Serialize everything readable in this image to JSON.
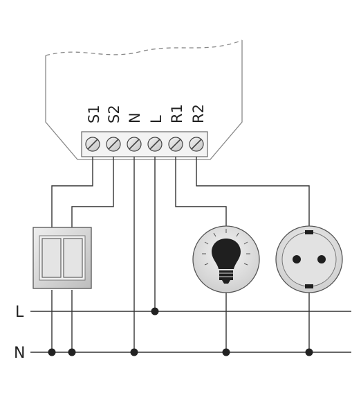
{
  "module": {
    "terminals": [
      "S1",
      "S2",
      "N",
      "L",
      "R1",
      "R2"
    ]
  },
  "rails": {
    "live": "L",
    "neutral": "N"
  },
  "devices": {
    "switch": "double-rocker-switch",
    "bulb": "light-bulb-icon",
    "socket": "power-socket-icon"
  },
  "colors": {
    "wire": "#333333",
    "module_outline": "#888888",
    "device_fill": "#e6e6e6"
  }
}
